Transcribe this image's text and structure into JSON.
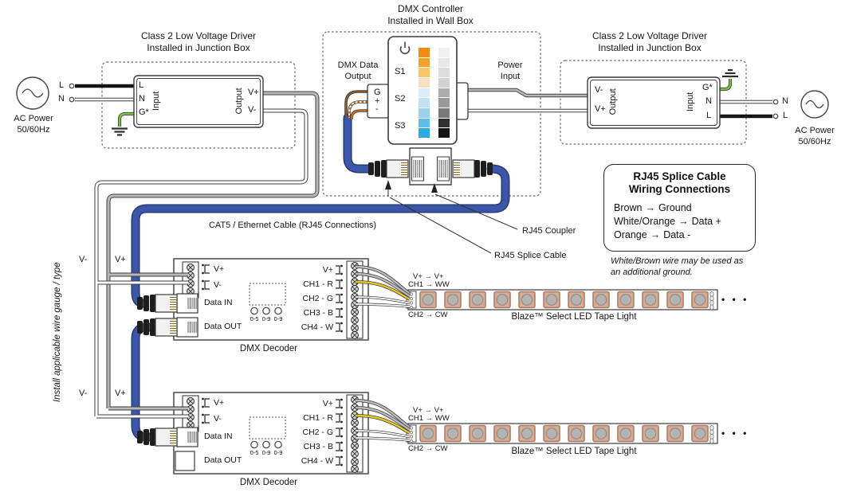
{
  "colors": {
    "cable_blue": "#3b55a9",
    "cable_blue_dark": "#26376e",
    "wire_gray": "#b9b9b9",
    "wire_yellow": "#e9c627",
    "wire_green": "#7ec043",
    "wire_brown": "#8a572b",
    "wire_orange": "#c86a1e",
    "outline": "#3f3f3f"
  },
  "titles": {
    "junction_left1": "Class 2 Low Voltage Driver",
    "junction_left2": "Installed in Junction Box",
    "controller1": "DMX Controller",
    "controller2": "Installed in Wall Box",
    "junction_right1": "Class 2 Low Voltage Driver",
    "junction_right2": "Installed in Junction Box"
  },
  "ac_left": {
    "power": "AC Power",
    "freq": "50/60Hz",
    "l": "L",
    "n": "N"
  },
  "ac_right": {
    "power": "AC Power",
    "freq": "50/60Hz",
    "l": "L",
    "n": "N"
  },
  "driver_left": {
    "l": "L",
    "n": "N",
    "g": "G*",
    "input": "Input",
    "output": "Output",
    "vplus": "V+",
    "vminus": "V-"
  },
  "driver_right": {
    "vminus": "V-",
    "vplus": "V+",
    "output": "Output",
    "input": "Input",
    "g": "G*",
    "n": "N",
    "l": "L"
  },
  "controller": {
    "dmx_data1": "DMX Data",
    "dmx_data2": "Output",
    "g": "G",
    "plus": "+",
    "minus": "-",
    "s1": "S1",
    "s2": "S2",
    "s3": "S3",
    "power1": "Power",
    "power2": "Input",
    "swatches_left": [
      "#f18a17",
      "#f5a02b",
      "#f8c66c",
      "#fadfc2",
      "#dcecf8",
      "#c2e1f5",
      "#9ad1f0",
      "#5fbde9",
      "#2aa9e0"
    ],
    "swatches_right": [
      "#f0f0f0",
      "#e7e7e7",
      "#dddddd",
      "#d2d2d2",
      "#adadad",
      "#999999",
      "#7a7a7a",
      "#303030",
      "#161616"
    ]
  },
  "labels": {
    "cat5": "CAT5 / Ethernet Cable (RJ45 Connections)",
    "coupler": "RJ45 Coupler",
    "splice": "RJ45 Splice Cable",
    "side_note": "Install applicable wire gauge / type",
    "vminus": "V-",
    "vplus": "V+",
    "more_dots": "• • •"
  },
  "splice_box": {
    "title1": "RJ45 Splice Cable",
    "title2": "Wiring Connections",
    "arrow": "→",
    "rows": [
      {
        "from": "Brown",
        "to": "Ground"
      },
      {
        "from": "White/Orange",
        "to": "Data +"
      },
      {
        "from": "Orange",
        "to": "Data -"
      }
    ],
    "note1": "White/Brown wire may be used as",
    "note2": "an additional ground."
  },
  "decoder": {
    "vplus": "V+",
    "vminus": "V-",
    "data_in": "Data IN",
    "data_out": "Data OUT",
    "out_vplus": "V+",
    "ch1": "CH1 - R",
    "ch2": "CH2 - G",
    "ch3": "CH3 - B",
    "ch4": "CH4 - W",
    "dip": [
      "0-5",
      "0-9",
      "0-9"
    ],
    "name": "DMX Decoder"
  },
  "strip": {
    "map_v": "V+ → V+",
    "map_ch1": "CH1 → WW",
    "map_ch2": "CH2 → CW",
    "name": "Blaze™ Select LED Tape Light"
  }
}
